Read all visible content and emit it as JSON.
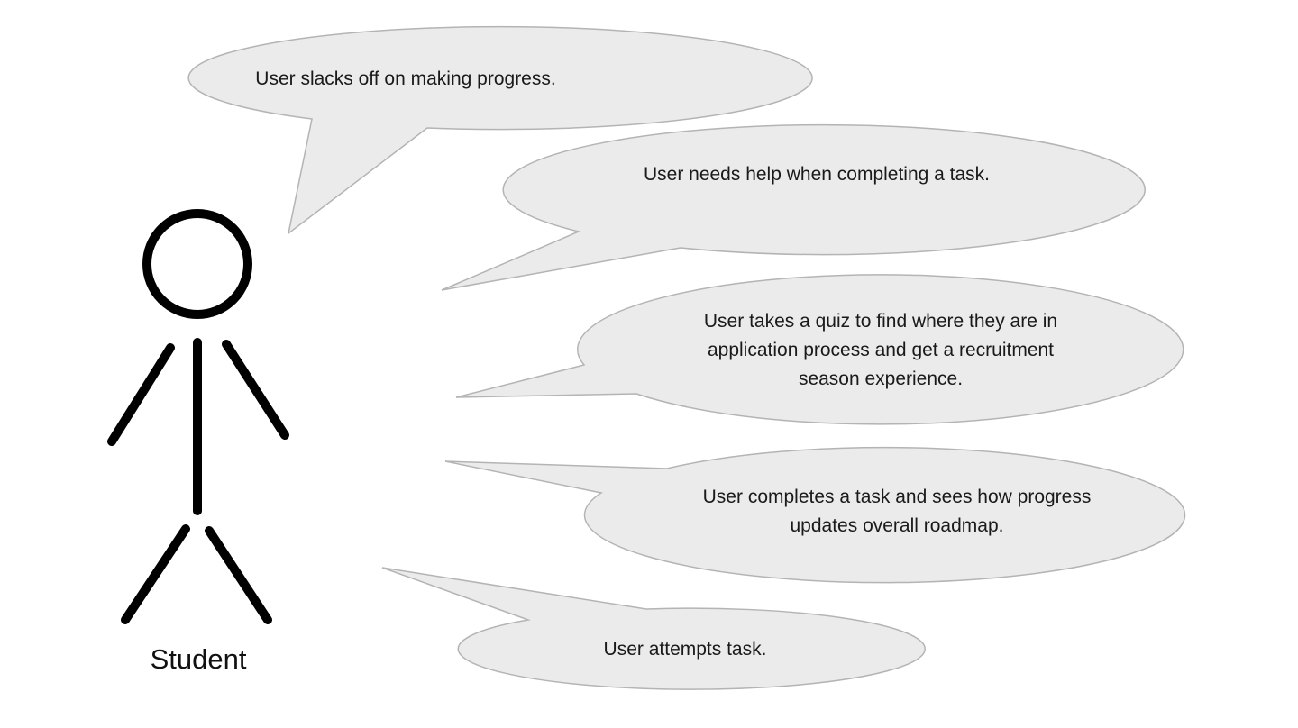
{
  "diagram": {
    "actor": {
      "label": "Student"
    },
    "bubbles": [
      {
        "id": "slacks-off",
        "text": "User slacks off on making progress."
      },
      {
        "id": "needs-help",
        "text": "User needs help when completing a task."
      },
      {
        "id": "takes-quiz",
        "text": "User takes a quiz to find where they are in application process and get a recruitment season experience."
      },
      {
        "id": "completes-task",
        "text": "User completes a task and sees how progress updates overall roadmap."
      },
      {
        "id": "attempts-task",
        "text": "User attempts task."
      }
    ]
  },
  "colors": {
    "bubble_fill": "#ebebeb",
    "bubble_stroke": "#b4b4b4",
    "actor_stroke": "#000000",
    "text": "#1a1a1a"
  }
}
